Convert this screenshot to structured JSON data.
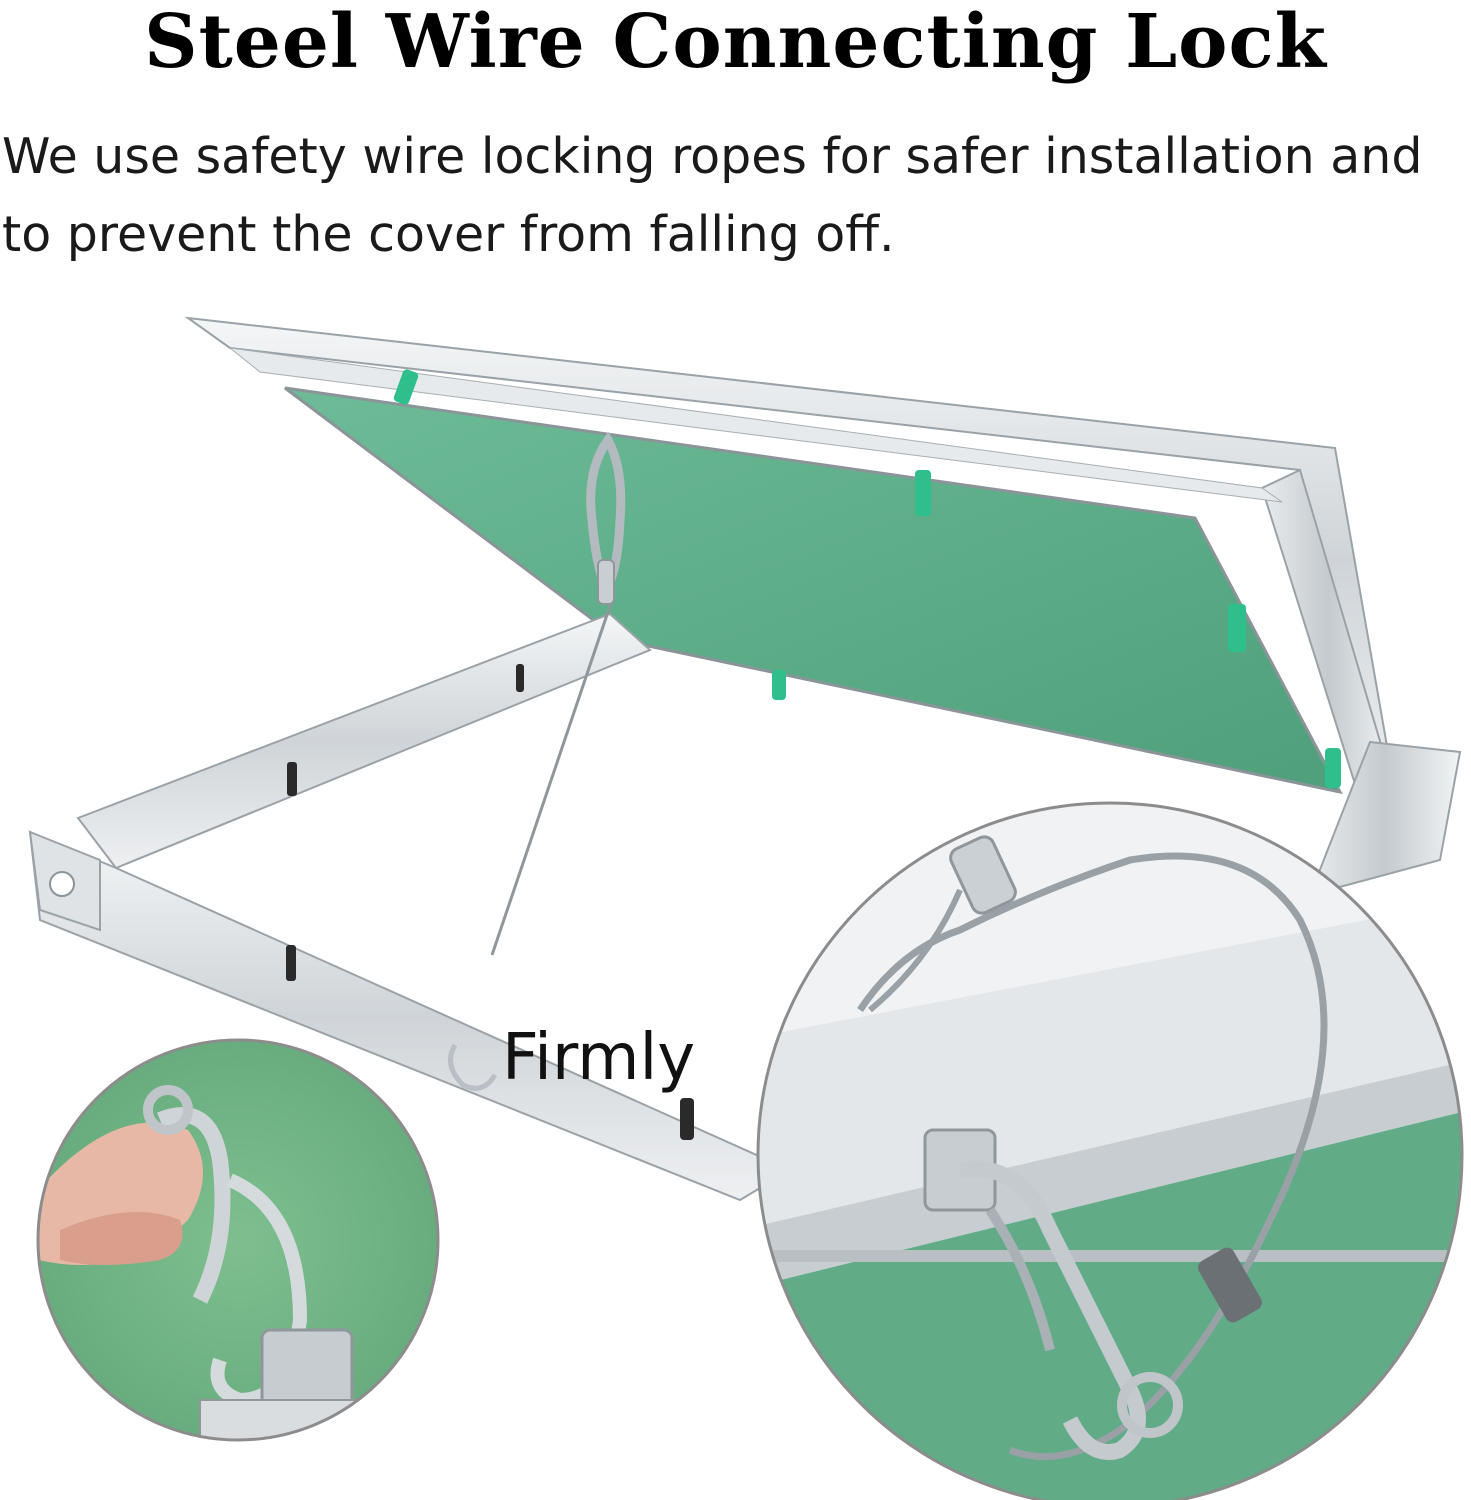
{
  "heading": {
    "title": "Steel Wire Connecting Lock",
    "description": "We use safety wire locking ropes for safer installation and to prevent the cover from falling off."
  },
  "insets": {
    "caption": "Firmly"
  },
  "colors": {
    "board_green": "#5fae8a",
    "aluminium": "#d9dde0",
    "text": "#000000"
  }
}
